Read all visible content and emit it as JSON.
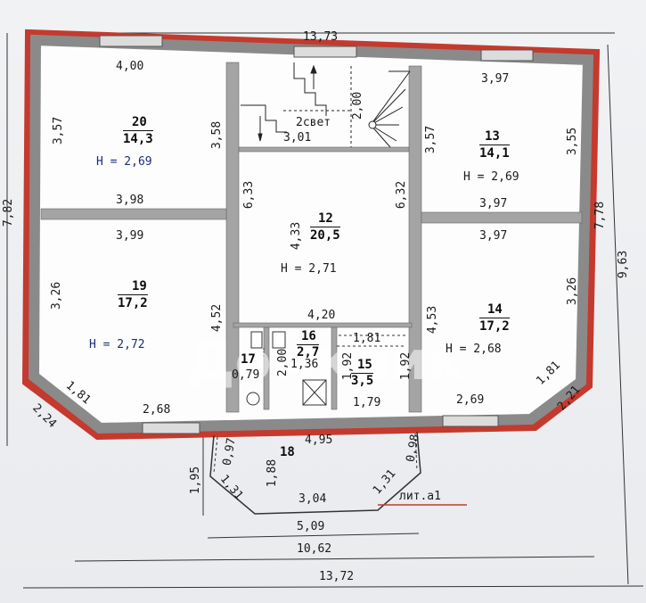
{
  "plan": {
    "top_total": "13,73",
    "left_total": "7,82",
    "right_total": "9,63",
    "right_wall": "7,78",
    "bottom_dims": {
      "d1": "5,09",
      "d2": "10,62",
      "d3": "13,72"
    },
    "corner_left": "2,24",
    "corner_right": "2,21",
    "lit": "лит.а1",
    "watermark": "Домклик"
  },
  "rooms": {
    "r20": {
      "number": "20",
      "area": "14,3",
      "height": "H = 2,69",
      "top_w": "4,00",
      "left_h": "3,57",
      "right_h": "3,58",
      "bottom_w": "3,98"
    },
    "r19": {
      "number": "19",
      "area": "17,2",
      "height": "H = 2,72",
      "top_w": "3,99",
      "left_h": "3,26",
      "right_h": "4,52",
      "diag": "1,81",
      "bottom_w": "2,68"
    },
    "r12": {
      "number": "12",
      "area": "20,5",
      "height": "H = 2,71",
      "stair_label": "2свет",
      "stair_h": "2,00",
      "stair_w": "3,01",
      "left_h": "6,33",
      "inner_h": "4,33",
      "right_h": "6,32",
      "bottom_w": "4,20"
    },
    "r13": {
      "number": "13",
      "area": "14,1",
      "height": "H = 2,69",
      "top_w": "3,97",
      "left_h": "3,57",
      "right_h": "3,55",
      "bottom_w": "3,97"
    },
    "r14": {
      "number": "14",
      "area": "17,2",
      "height": "H = 2,68",
      "top_w": "3,97",
      "left_h": "4,53",
      "right_h": "3,26",
      "diag": "1,81",
      "bottom_w": "2,69"
    },
    "r17": {
      "number": "17",
      "w": "0,79",
      "h": "2,00"
    },
    "r16": {
      "number": "16",
      "area": "2,7",
      "w": "1,36"
    },
    "r15": {
      "number": "15",
      "area": "3,5",
      "top_w": "1,81",
      "left_h": "1,92",
      "right_h": "1,92",
      "bottom_w": "1,79"
    },
    "r18": {
      "number": "18",
      "top_w": "4,95",
      "left_h": "1,88",
      "outer_h": "1,95",
      "left_d": "0,97",
      "left_diag": "1,31",
      "bottom_w": "3,04",
      "right_diag": "1,31",
      "right_d": "0,98"
    }
  }
}
